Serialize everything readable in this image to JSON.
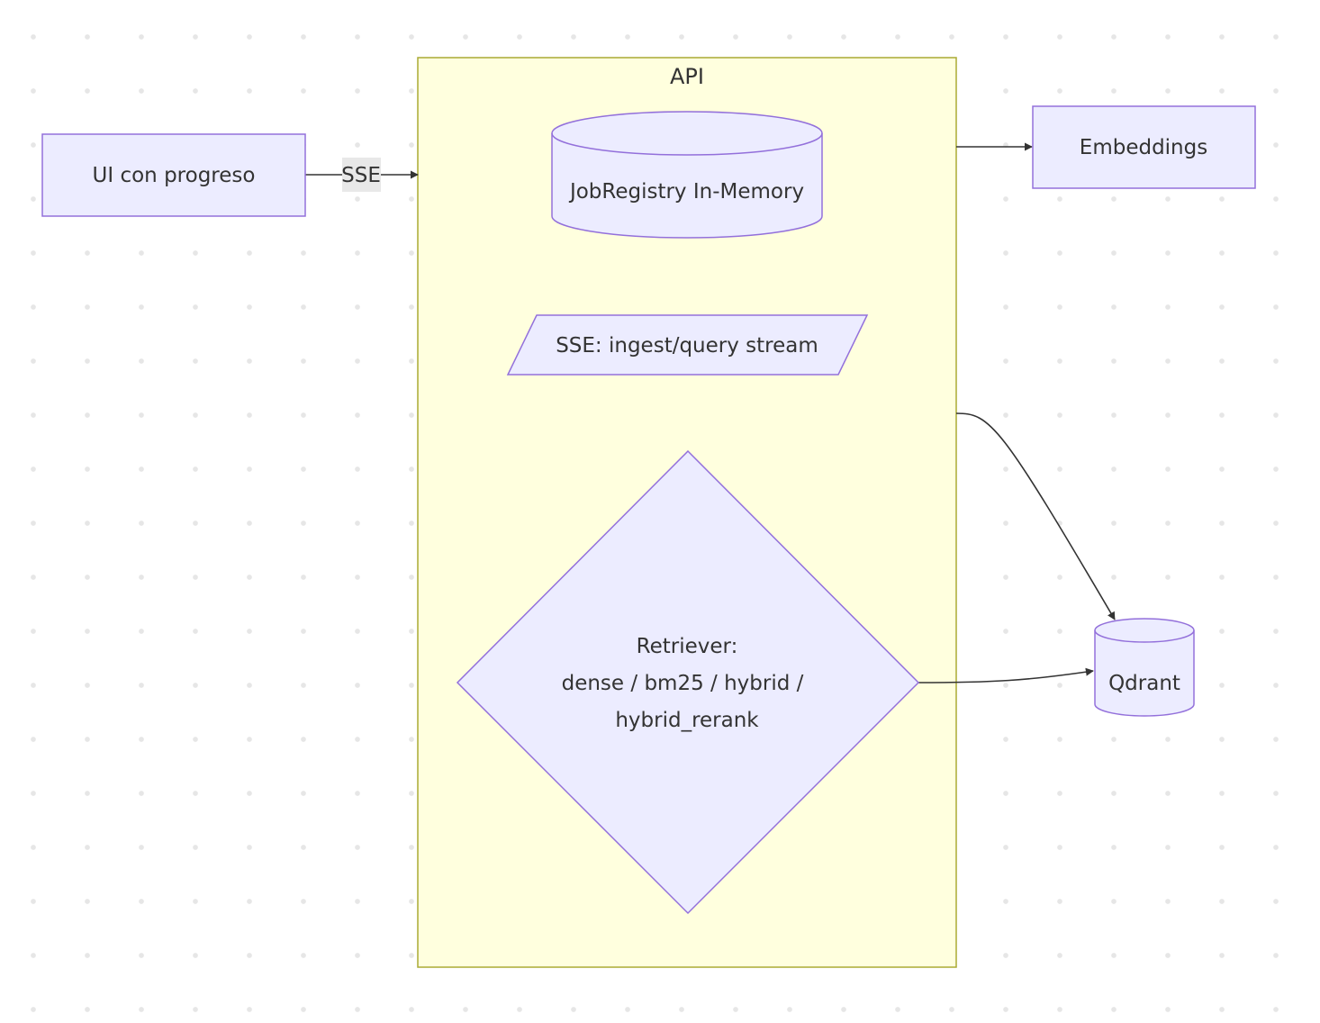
{
  "diagram": {
    "cluster_api": {
      "label": "API"
    },
    "nodes": {
      "ui": {
        "label": "UI con progreso"
      },
      "jobregistry": {
        "label": "JobRegistry In-Memory"
      },
      "sse_stream": {
        "label": "SSE: ingest/query stream"
      },
      "retriever": {
        "line1": "Retriever:",
        "line2": "dense / bm25 / hybrid /",
        "line3": "hybrid_rerank"
      },
      "embeddings": {
        "label": "Embeddings"
      },
      "qdrant": {
        "label": "Qdrant"
      }
    },
    "edges": {
      "ui_to_api": {
        "label": "SSE"
      }
    },
    "colors": {
      "node_fill": "#ececff",
      "node_stroke": "#9370db",
      "cluster_fill": "#ffffde",
      "cluster_stroke": "#aaaa33",
      "edge": "#333333",
      "edge_label_bg": "#e8e8e8",
      "text": "#333333"
    }
  }
}
